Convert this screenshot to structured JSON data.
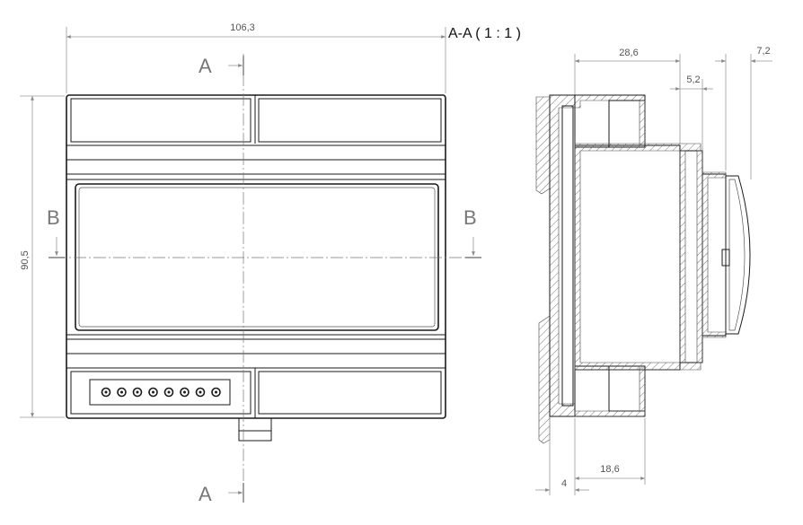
{
  "drawing": {
    "section_title": "A-A ( 1 : 1 )",
    "front_view": {
      "width_dim": "106,3",
      "height_dim": "90,5",
      "section_marks": [
        "A",
        "A",
        "B",
        "B"
      ],
      "terminal_count": 8
    },
    "section_view": {
      "dims": {
        "depth": "28,6",
        "step": "5,2",
        "top": "7,2",
        "base": "4",
        "bottom_depth": "18,6"
      }
    }
  }
}
